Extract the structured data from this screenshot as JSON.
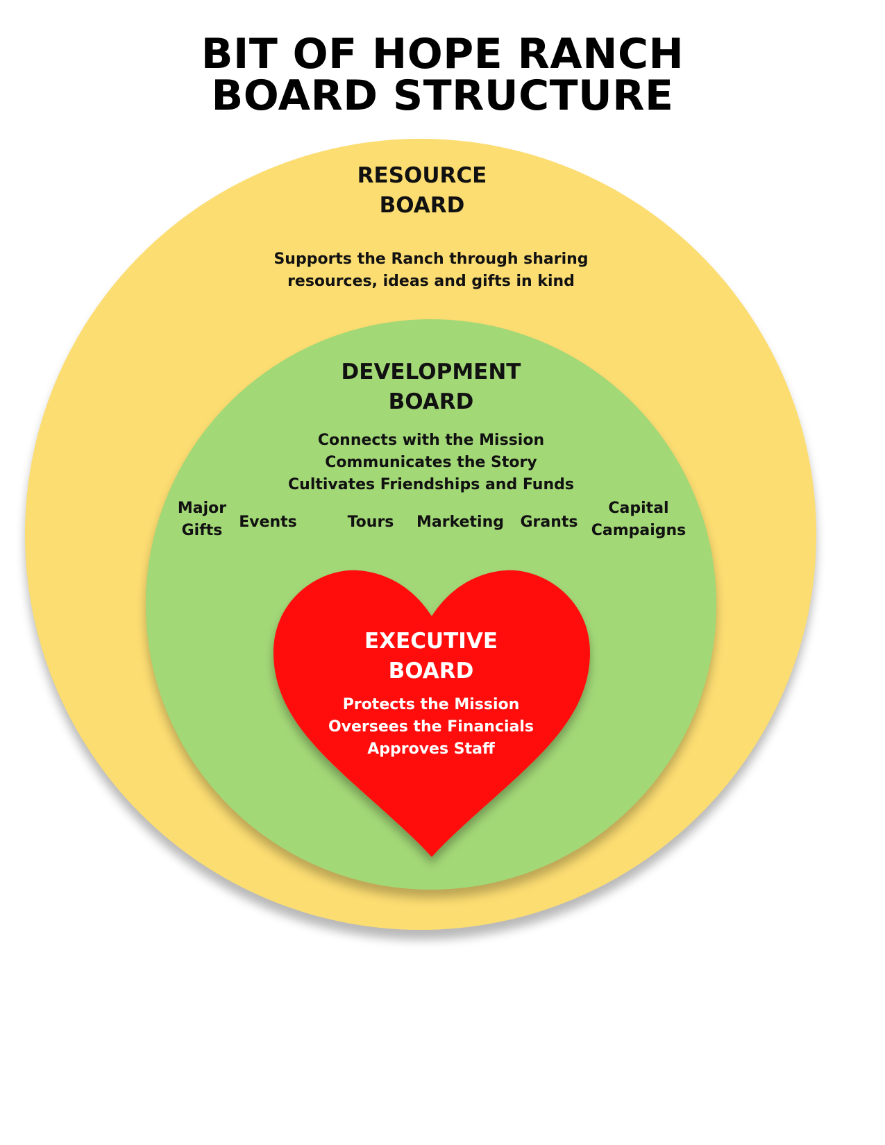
{
  "title": {
    "line1": "BIT OF HOPE RANCH",
    "line2": "BOARD STRUCTURE"
  },
  "colors": {
    "resource": "#fcdd72",
    "development": "#a3d877",
    "executive": "#ff0a08"
  },
  "resource_board": {
    "heading_line1": "RESOURCE",
    "heading_line2": "BOARD",
    "desc_line1": "Supports the Ranch through sharing",
    "desc_line2": "resources, ideas and gifts in kind"
  },
  "development_board": {
    "heading_line1": "DEVELOPMENT",
    "heading_line2": "BOARD",
    "desc_lines": [
      "Connects with the Mission",
      "Communicates the Story",
      "Cultivates Friendships and Funds"
    ],
    "functions": [
      {
        "line1": "Major",
        "line2": "Gifts"
      },
      {
        "line1": "Events",
        "line2": ""
      },
      {
        "line1": "Tours",
        "line2": ""
      },
      {
        "line1": "Marketing",
        "line2": ""
      },
      {
        "line1": "Grants",
        "line2": ""
      },
      {
        "line1": "Capital",
        "line2": "Campaigns"
      }
    ]
  },
  "executive_board": {
    "heading_line1": "EXECUTIVE",
    "heading_line2": "BOARD",
    "desc_lines": [
      "Protects the Mission",
      "Oversees the Financials",
      "Approves Staff"
    ]
  }
}
